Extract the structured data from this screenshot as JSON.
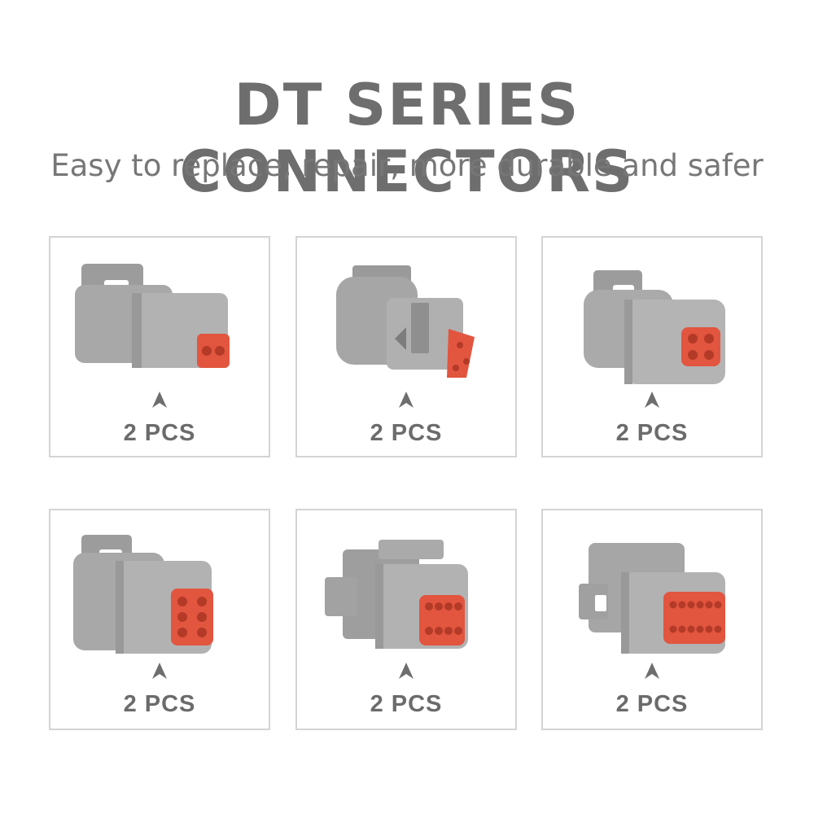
{
  "title": "DT SERIES CONNECTORS",
  "subtitle": "Easy to replace, repair, more durable and safer",
  "colors": {
    "housing": "#a5a5a5",
    "housing_dark": "#8e8e8e",
    "seal": "#e2553f",
    "text": "#6e6e6e",
    "border": "#d4d4d4"
  },
  "products": [
    {
      "qty_label": "2 PCS",
      "pins": 2,
      "icon": "dt-2-pin-connector-icon"
    },
    {
      "qty_label": "2 PCS",
      "pins": 3,
      "icon": "dt-3-pin-connector-icon"
    },
    {
      "qty_label": "2 PCS",
      "pins": 4,
      "icon": "dt-4-pin-connector-icon"
    },
    {
      "qty_label": "2 PCS",
      "pins": 6,
      "icon": "dt-6-pin-connector-icon"
    },
    {
      "qty_label": "2 PCS",
      "pins": 8,
      "icon": "dt-8-pin-connector-icon"
    },
    {
      "qty_label": "2 PCS",
      "pins": 12,
      "icon": "dt-12-pin-connector-icon"
    }
  ]
}
